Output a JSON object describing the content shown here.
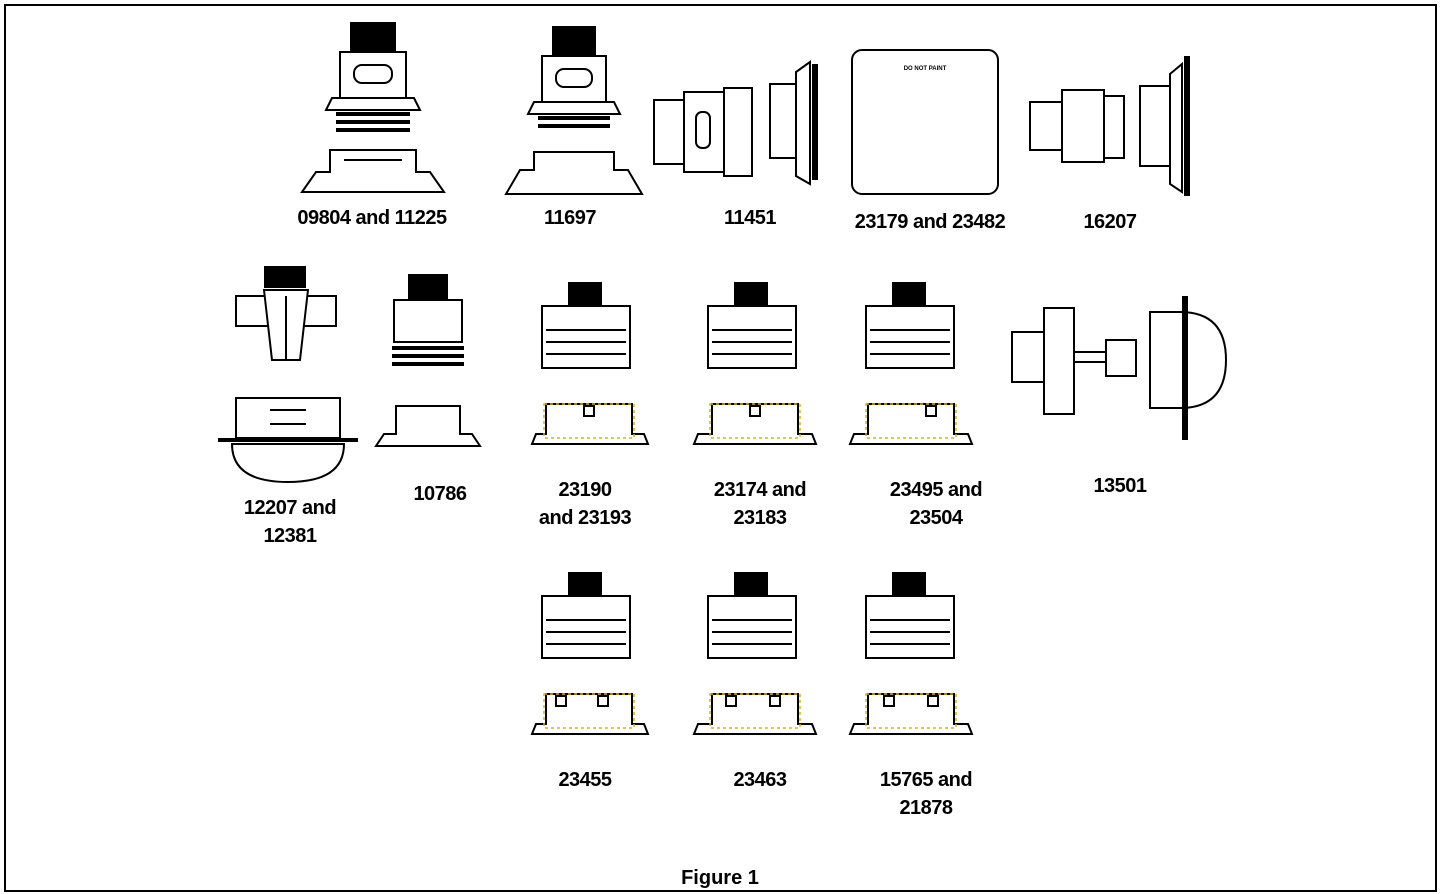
{
  "figure": {
    "caption": "Figure 1"
  },
  "labels": {
    "l_09804_11225": "09804 and 11225",
    "l_11697": "11697",
    "l_11451": "11451",
    "l_23179_23482": "23179 and 23482",
    "l_16207": "16207",
    "l_12207_a": "12207 and",
    "l_12207_b": "12381",
    "l_10786": "10786",
    "l_23190_a": "23190",
    "l_23190_b": "and 23193",
    "l_23174_a": "23174 and",
    "l_23174_b": "23183",
    "l_23495_a": "23495 and",
    "l_23495_b": "23504",
    "l_13501": "13501",
    "l_23455": "23455",
    "l_23463": "23463",
    "l_15765_a": "15765 and",
    "l_15765_b": "21878"
  },
  "plate_text": "DO NOT PAINT"
}
